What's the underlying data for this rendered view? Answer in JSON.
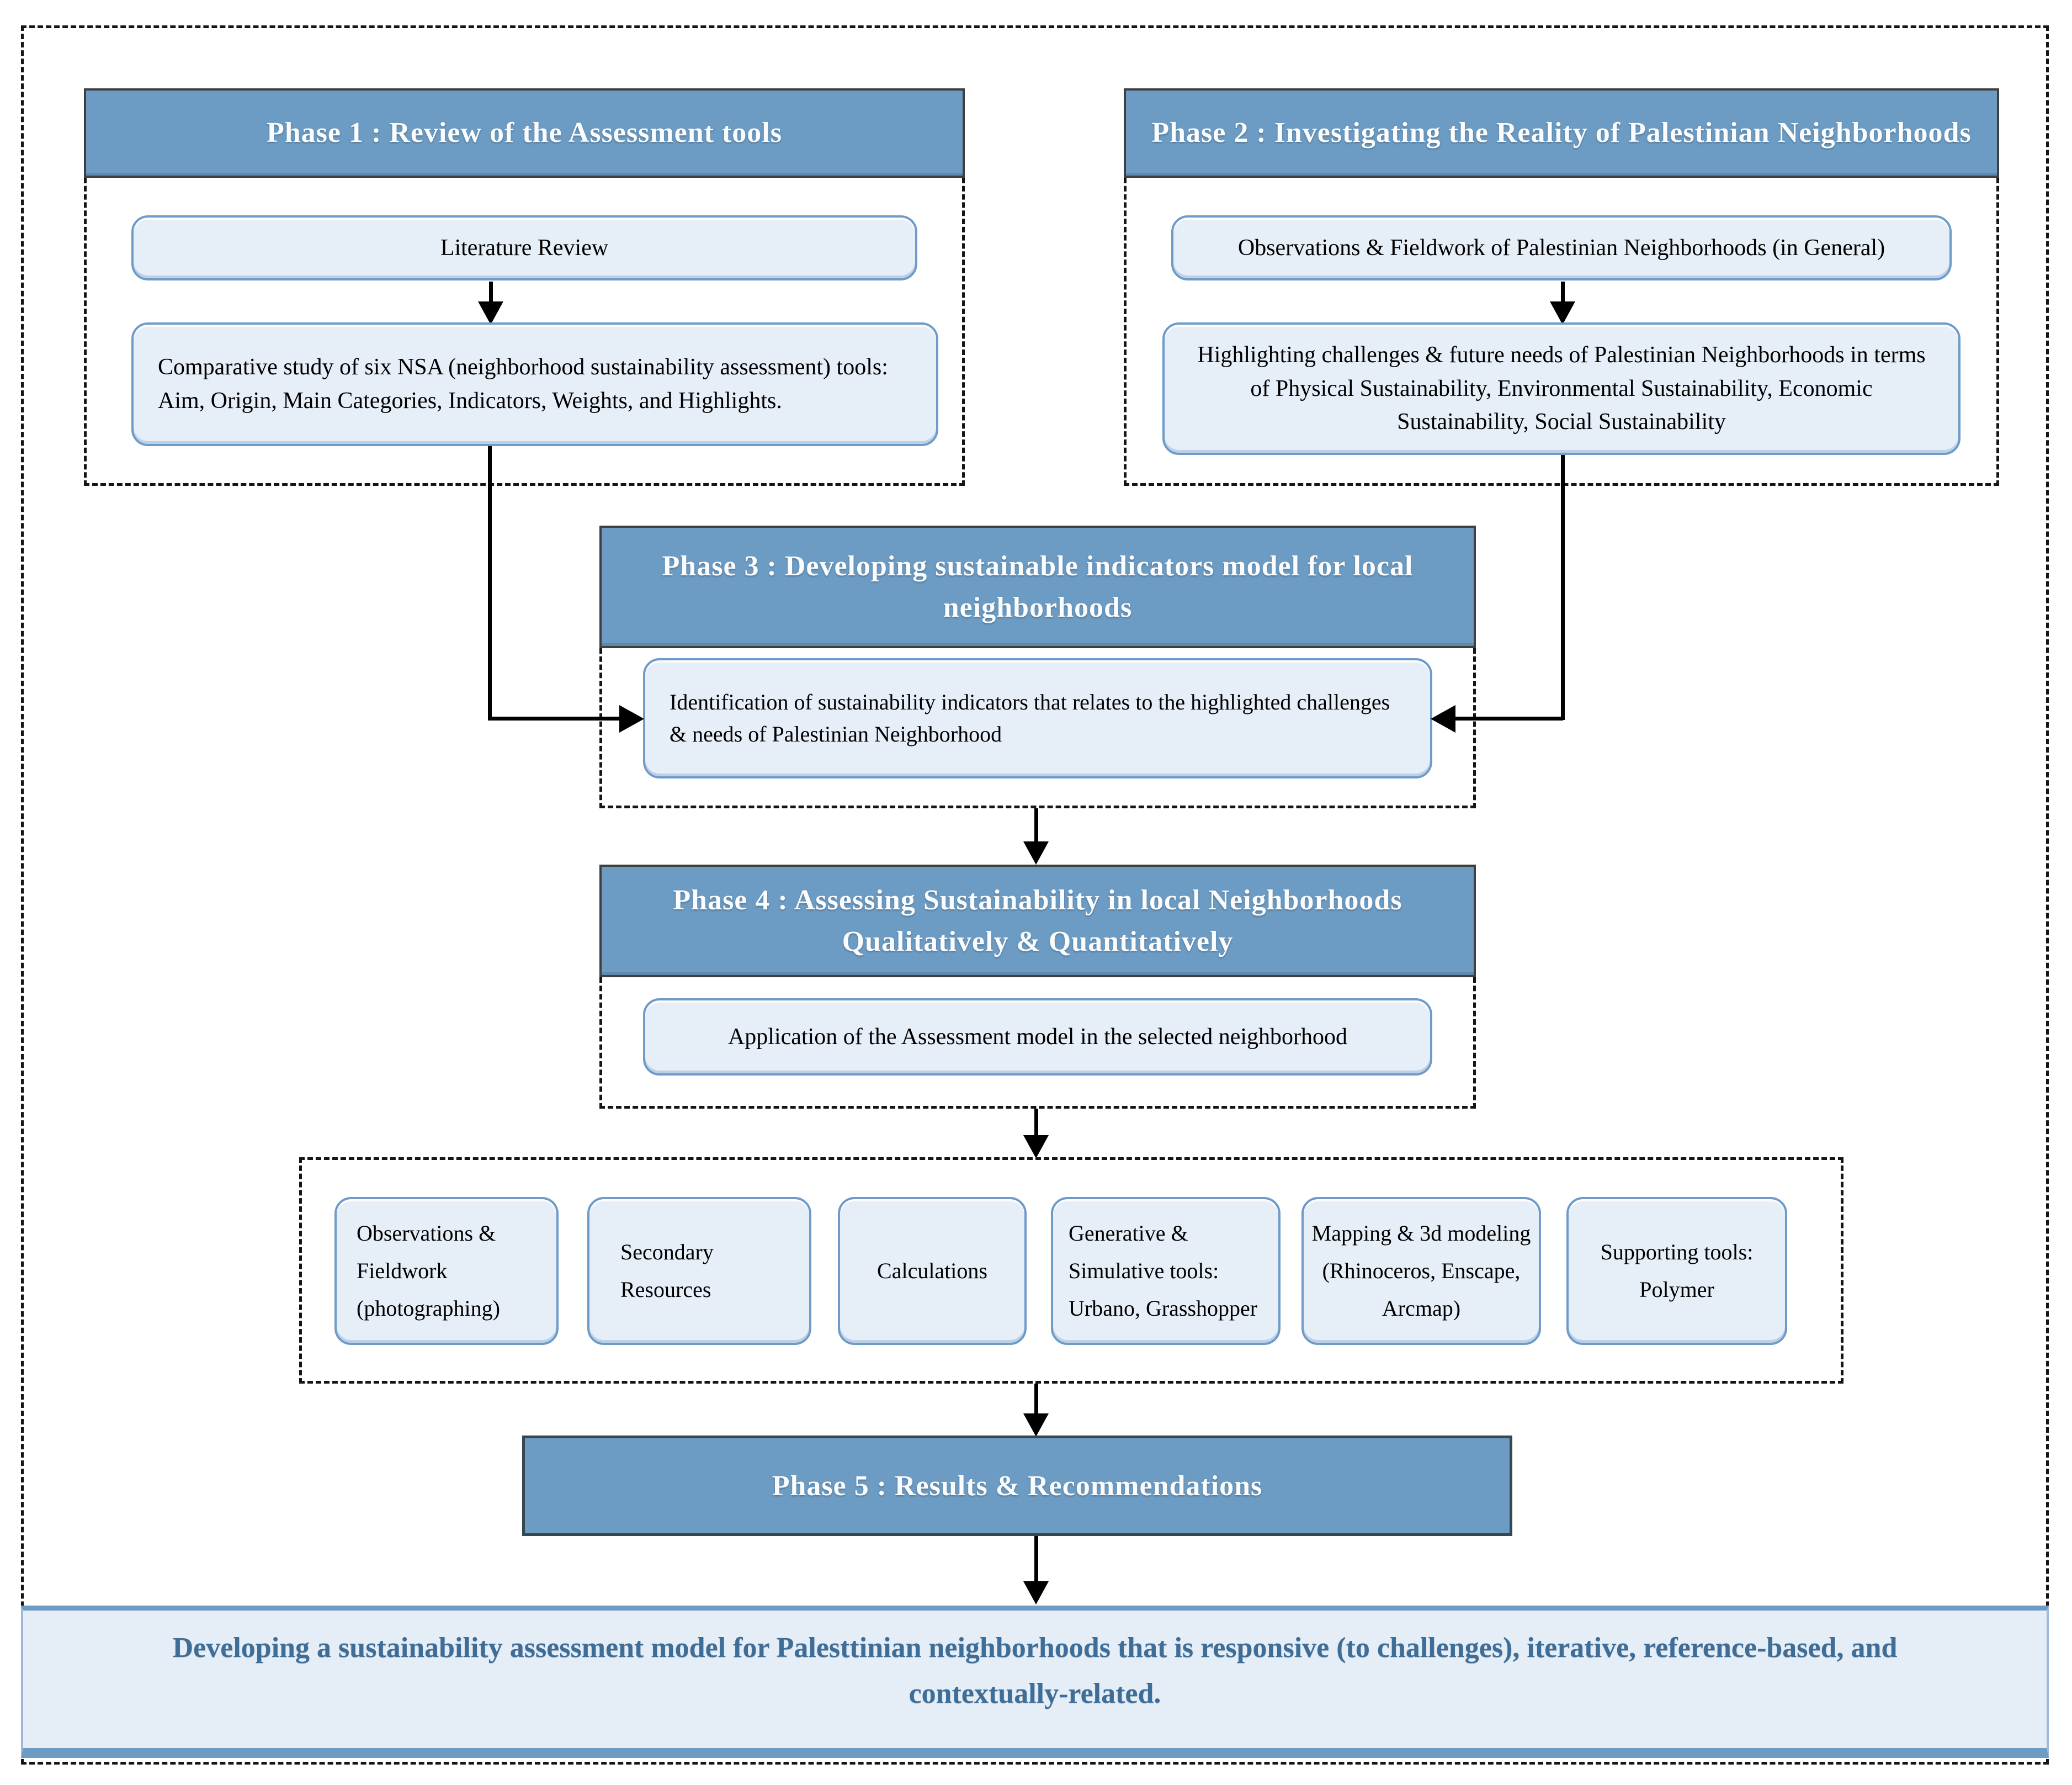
{
  "diagram": {
    "phases": [
      {
        "title": "Phase 1 : Review of the Assessment tools",
        "boxes": [
          "Literature Review",
          "Comparative study of six NSA (neighborhood sustainability assessment) tools: Aim, Origin, Main Categories, Indicators, Weights, and Highlights."
        ]
      },
      {
        "title": "Phase 2 : Investigating the Reality of Palestinian Neighborhoods",
        "boxes": [
          "Observations  & Fieldwork of Palestinian Neighborhoods (in General)",
          "Highlighting challenges & future needs of Palestinian Neighborhoods in terms of Physical Sustainability, Environmental Sustainability, Economic Sustainability, Social Sustainability"
        ]
      },
      {
        "title": "Phase 3 : Developing sustainable indicators model for local neighborhoods",
        "boxes": [
          "Identification of sustainability indicators that relates to the highlighted challenges & needs of Palestinian Neighborhood"
        ]
      },
      {
        "title": "Phase 4 : Assessing Sustainability in local Neighborhoods Qualitatively & Quantitatively",
        "boxes": [
          "Application of the Assessment model in the selected neighborhood"
        ]
      },
      {
        "title": "Phase 5 : Results & Recommendations",
        "boxes": []
      }
    ],
    "tools": [
      "Observations & Fieldwork (photographing)",
      "Secondary Resources",
      "Calculations",
      "Generative & Simulative tools: Urbano, Grasshopper",
      "Mapping & 3d modeling (Rhinoceros, Enscape, Arcmap)",
      "Supporting tools: Polymer"
    ],
    "outcome": {
      "text": "Developing a sustainability assessment model for Palesttinian neighborhoods that is responsive (to challenges), iterative, reference-based, and contextually-related."
    },
    "colors": {
      "phase_header_bg": "#6C9CC4",
      "phase_header_text": "#FBFCFD",
      "box_fill": "#E6EEF7",
      "box_border": "#6E9BC8",
      "dashed_border": "#151515",
      "arrow": "#000000",
      "outcome_fill": "#E5EEF6",
      "outcome_text": "#3E6D98",
      "phase5_border": "#37474F"
    }
  }
}
